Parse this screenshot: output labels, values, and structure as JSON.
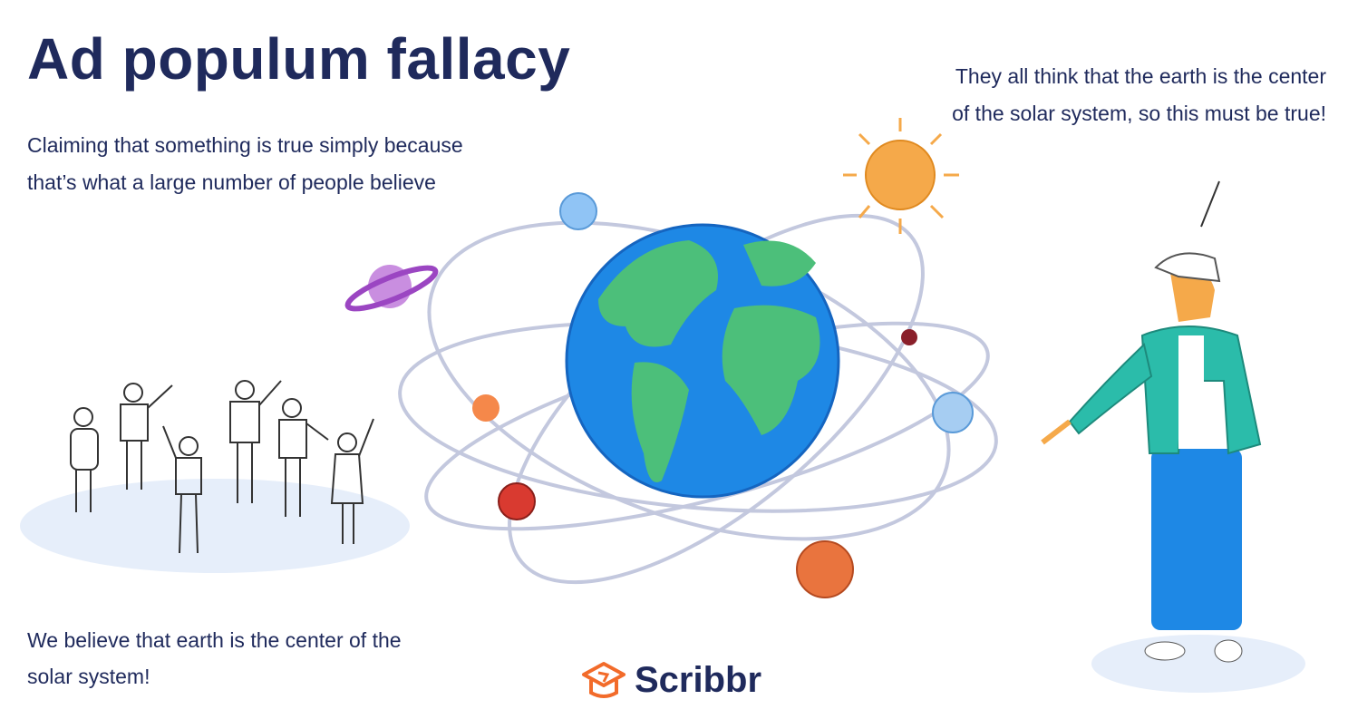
{
  "title": "Ad populum fallacy",
  "definition": "Claiming that something is true simply because that’s what a large number of people believe",
  "crowd_quote": "We believe that earth is the center of the solar system!",
  "man_quote": "They all think that the earth is the center of the solar system, so this must be true!",
  "brand": {
    "name": "Scribbr",
    "logo_icon": "graduation-cap-icon",
    "accent": "#f26b2a"
  },
  "colors": {
    "text": "#1f2a5c",
    "ocean": "#1e88e5",
    "land": "#4cbf7a",
    "sun": "#f5a94a",
    "orbit": "#c3c8de",
    "ground": "#e6eefa"
  }
}
